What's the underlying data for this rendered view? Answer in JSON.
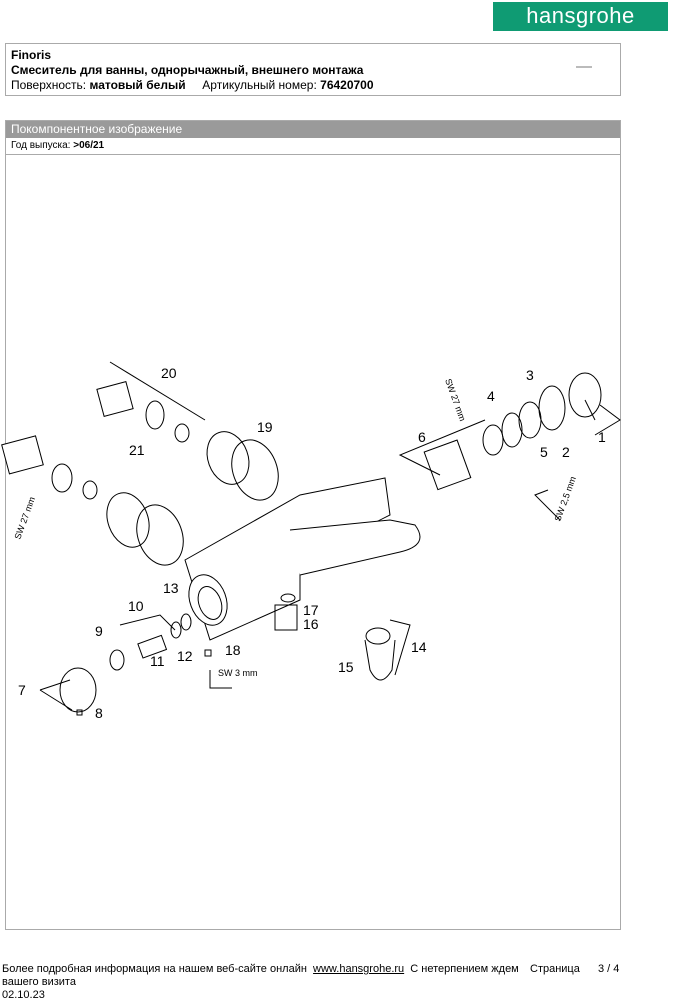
{
  "brand": "hansgrohe",
  "header": {
    "series": "Finoris",
    "product": "Смеситель для ванны, однорычажный, внешнего монтажа",
    "surface_label": "Поверхность:",
    "surface_value": "матовый белый",
    "article_label": "Артикульный номер:",
    "article_value": "76420700"
  },
  "section": {
    "title": "Покомпонентное изображение",
    "year_label": "Год выпуска:",
    "year_value": ">06/21"
  },
  "drawing": {
    "parts": [
      "1",
      "2",
      "3",
      "4",
      "5",
      "6",
      "7",
      "8",
      "9",
      "10",
      "11",
      "12",
      "13",
      "14",
      "15",
      "16",
      "17",
      "18",
      "19",
      "20",
      "21"
    ],
    "tools": [
      "SW 27 mm",
      "SW 27 mm",
      "SW 2,5 mm",
      "SW 3 mm"
    ]
  },
  "footer": {
    "text": "Более подробная информация на нашем веб-сайте онлайн",
    "link": "www.hansgrohe.ru",
    "text2": "С нетерпением ждем",
    "text3": "вашего визита",
    "date": "02.10.23",
    "page_label": "Страница",
    "page_value": "3 / 4"
  }
}
